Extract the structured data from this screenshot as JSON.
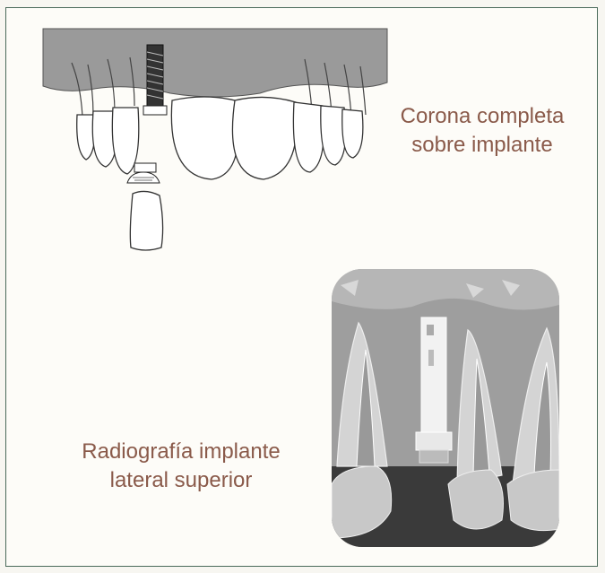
{
  "captions": {
    "crown": [
      "Corona completa",
      "sobre implante"
    ],
    "xray": [
      "Radiografía implante",
      "lateral superior"
    ]
  },
  "colors": {
    "caption_text": "#8a5a4a",
    "gum": "#9a9a9a",
    "tooth": "#ffffff",
    "xray_bone": "#9e9e9e",
    "xray_dark": "#3a3a3a",
    "frame_border": "#4a6a5a"
  }
}
